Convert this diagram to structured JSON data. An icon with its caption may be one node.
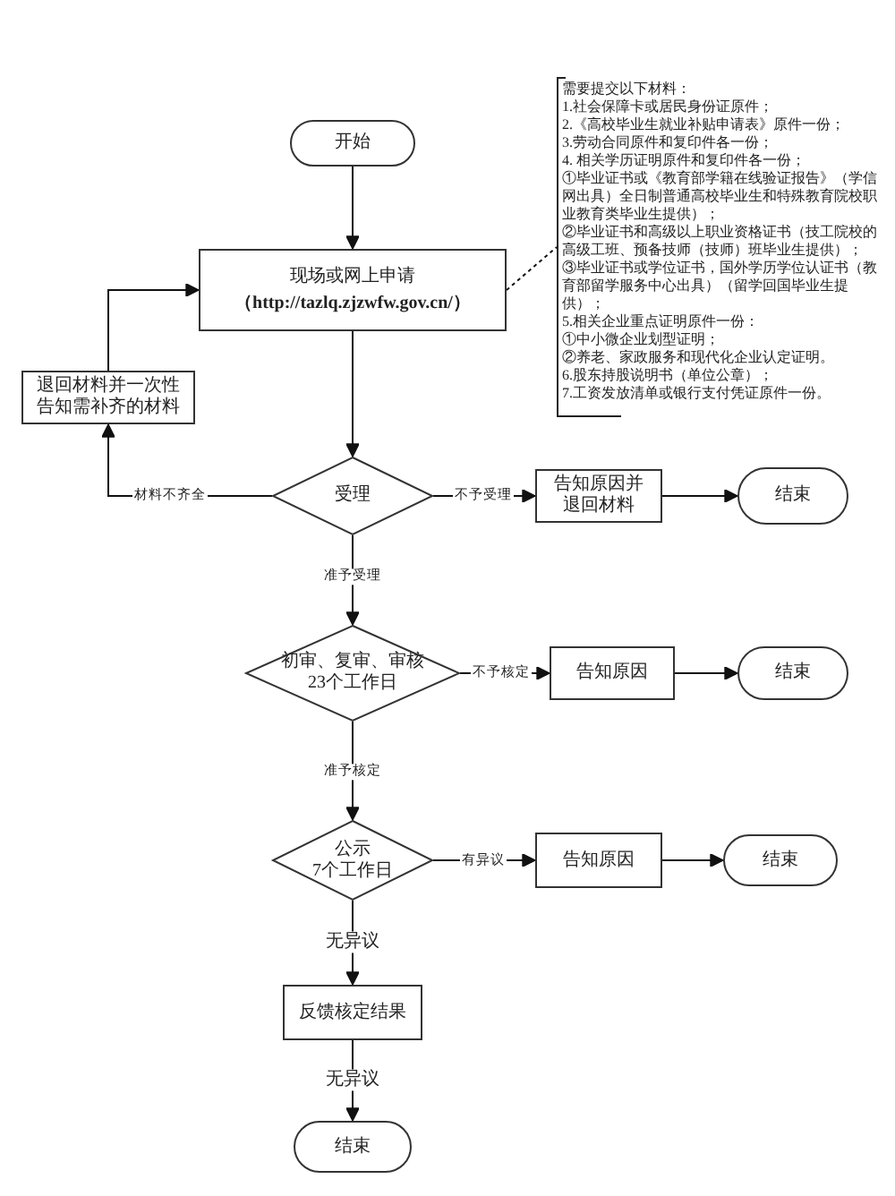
{
  "diagram": {
    "nodes": [
      {
        "text": [
          "开始"
        ]
      },
      {
        "text": [
          "现场或网上申请",
          "（http://tazlq.zjzwfw.gov.cn/）"
        ]
      },
      {
        "text": [
          "退回材料并一次性告知需补齐的材料"
        ]
      },
      {
        "text": [
          "受理"
        ]
      },
      {
        "text": [
          "告知原因并退回材料"
        ]
      },
      {
        "text": [
          "结束"
        ]
      },
      {
        "text": [
          "初审、复审、审核",
          "23个工作日"
        ]
      },
      {
        "text": [
          "告知原因"
        ]
      },
      {
        "text": [
          "结束"
        ]
      },
      {
        "text": [
          "公示",
          "7个工作日"
        ]
      },
      {
        "text": [
          "告知原因"
        ]
      },
      {
        "text": [
          "结束"
        ]
      },
      {
        "text": [
          "反馈核定结果"
        ]
      },
      {
        "text": [
          "结束"
        ]
      },
      {
        "text": [
          "需要提交以下材料：",
          "1.社会保障卡或居民身份证原件；",
          "2.《高校毕业生就业补贴申请表》原件一份；",
          "3.劳动合同原件和复印件各一份；",
          "4. 相关学历证明原件和复印件各一份；",
          "①毕业证书或《教育部学籍在线验证报告》（学信网出具）全日制普通高校毕业生和特殊教育院校职业教育类毕业生提供）；",
          "②毕业证书和高级以上职业资格证书（技工院校的高级工班、预备技师（技师）班毕业生提供）；",
          "③毕业证书或学位证书，国外学历学位认证书（教育部留学服务中心出具）（留学回国毕业生提供）；",
          "5.相关企业重点证明原件一份：",
          "①中小微企业划型证明；",
          "②养老、家政服务和现代化企业认定证明。",
          "6.股东持股说明书（单位公章）；",
          "7.工资发放清单或银行支付凭证原件一份。"
        ]
      }
    ],
    "edges": [
      {
        "from": 0,
        "to": 1,
        "arrow": "to"
      },
      {
        "from": 1,
        "to": 3,
        "arrow": "to"
      },
      {
        "from": 3,
        "to": 2,
        "arrow": "to",
        "label": "材料不齐全"
      },
      {
        "from": 2,
        "to": 1,
        "arrow": "to"
      },
      {
        "from": 3,
        "to": 4,
        "arrow": "to",
        "label": "不予受理"
      },
      {
        "from": 4,
        "to": 5,
        "arrow": "to"
      },
      {
        "from": 3,
        "to": 6,
        "arrow": "to",
        "label": "准予受理"
      },
      {
        "from": 6,
        "to": 7,
        "arrow": "to",
        "label": "不予核定"
      },
      {
        "from": 7,
        "to": 8,
        "arrow": "to"
      },
      {
        "from": 6,
        "to": 9,
        "arrow": "to",
        "label": "准予核定"
      },
      {
        "from": 9,
        "to": 10,
        "arrow": "to",
        "label": "有异议"
      },
      {
        "from": 10,
        "to": 11,
        "arrow": "to"
      },
      {
        "from": 9,
        "to": 12,
        "arrow": "to",
        "label": "无异议"
      },
      {
        "from": 12,
        "to": 13,
        "arrow": "to",
        "label": "无异议"
      },
      {
        "from": 1,
        "to": 14,
        "arrow": "none",
        "style": "dashed"
      }
    ]
  }
}
